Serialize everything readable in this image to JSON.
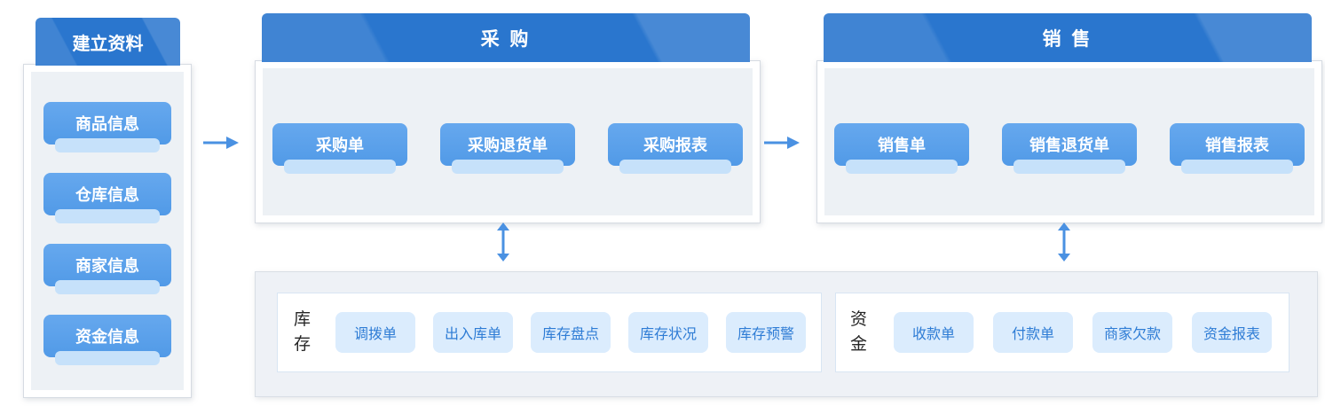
{
  "colors": {
    "header_blue": "#2a76ce",
    "button_blue": "#579fe8",
    "button_underlay": "#c6e1fa",
    "panel_inner_gray": "#edf1f5",
    "chip_bg": "#dbecfd",
    "chip_text": "#2e7cd5",
    "arrow_blue": "#4a91e2",
    "section_label_text": "#262626"
  },
  "master": {
    "title": "建立资料",
    "items": [
      "商品信息",
      "仓库信息",
      "商家信息",
      "资金信息"
    ]
  },
  "purchase": {
    "title": "采 购",
    "items": [
      "采购单",
      "采购退货单",
      "采购报表"
    ]
  },
  "sales": {
    "title": "销 售",
    "items": [
      "销售单",
      "销售退货单",
      "销售报表"
    ]
  },
  "inventory": {
    "label": "库存",
    "items": [
      "调拨单",
      "出入库单",
      "库存盘点",
      "库存状况",
      "库存预警"
    ]
  },
  "funds": {
    "label": "资金",
    "items": [
      "收款单",
      "付款单",
      "商家欠款",
      "资金报表"
    ]
  }
}
